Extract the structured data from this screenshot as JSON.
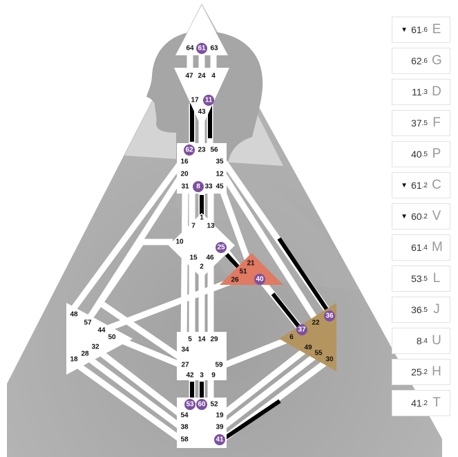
{
  "colors": {
    "defined_gate": "#7d4fa0",
    "heart": "#e07a63",
    "solar_plexus": "#b5955f",
    "background": "#a9a9a9",
    "channel": "#ffffff",
    "active_channel": "#000000"
  },
  "centers": {
    "head": {
      "gates": [
        "64",
        "61",
        "63"
      ],
      "active": [
        "61"
      ]
    },
    "ajna": {
      "gates": [
        "47",
        "24",
        "4",
        "17",
        "11",
        "43"
      ],
      "active": [
        "11"
      ]
    },
    "throat": {
      "gates": [
        "62",
        "23",
        "56",
        "16",
        "35",
        "20",
        "12",
        "31",
        "8",
        "33",
        "45"
      ],
      "active": [
        "62",
        "8"
      ]
    },
    "g": {
      "gates": [
        "1",
        "7",
        "13",
        "10",
        "25",
        "15",
        "46",
        "2"
      ],
      "active": [
        "25"
      ]
    },
    "heart": {
      "gates": [
        "21",
        "51",
        "26",
        "40"
      ],
      "active": [
        "40"
      ]
    },
    "spleen": {
      "gates": [
        "48",
        "57",
        "44",
        "50",
        "32",
        "28",
        "18"
      ],
      "active": []
    },
    "solar_plexus": {
      "gates": [
        "36",
        "22",
        "37",
        "6",
        "49",
        "55",
        "30"
      ],
      "active": [
        "36",
        "37"
      ]
    },
    "sacral": {
      "gates": [
        "5",
        "14",
        "29",
        "34",
        "27",
        "59",
        "42",
        "3",
        "9"
      ],
      "active": []
    },
    "root": {
      "gates": [
        "53",
        "60",
        "52",
        "54",
        "19",
        "38",
        "39",
        "58",
        "41"
      ],
      "active": [
        "53",
        "60",
        "41"
      ]
    }
  },
  "panel": [
    {
      "arrow": "▼",
      "int": "61",
      "dec": ".6",
      "letter": "E"
    },
    {
      "arrow": "",
      "int": "62",
      "dec": ".6",
      "letter": "G"
    },
    {
      "arrow": "",
      "int": "11",
      "dec": ".3",
      "letter": "D"
    },
    {
      "arrow": "",
      "int": "37",
      "dec": ".5",
      "letter": "F"
    },
    {
      "arrow": "",
      "int": "40",
      "dec": ".5",
      "letter": "P"
    },
    {
      "arrow": "▼",
      "int": "61",
      "dec": ".2",
      "letter": "C"
    },
    {
      "arrow": "▼",
      "int": "60",
      "dec": ".2",
      "letter": "V"
    },
    {
      "arrow": "",
      "int": "61",
      "dec": ".4",
      "letter": "M"
    },
    {
      "arrow": "",
      "int": "53",
      "dec": ".5",
      "letter": "L"
    },
    {
      "arrow": "",
      "int": "36",
      "dec": ".5",
      "letter": "J"
    },
    {
      "arrow": "",
      "int": "8",
      "dec": ".4",
      "letter": "U"
    },
    {
      "arrow": "",
      "int": "25",
      "dec": ".2",
      "letter": "H"
    },
    {
      "arrow": "",
      "int": "41",
      "dec": ".2",
      "letter": "T"
    }
  ]
}
